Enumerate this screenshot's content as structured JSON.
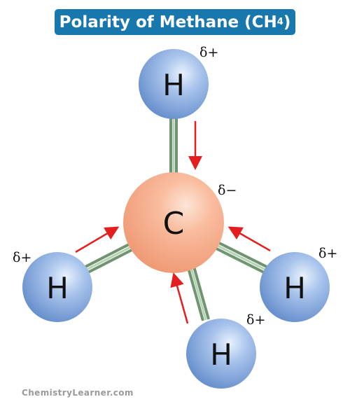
{
  "title": {
    "prefix": "Polarity of Methane (CH",
    "subscript": "4",
    "suffix": ")"
  },
  "atoms": {
    "carbon": "C",
    "hydrogen_top": "H",
    "hydrogen_left": "H",
    "hydrogen_right": "H",
    "hydrogen_bottom": "H"
  },
  "charges": {
    "carbon": "δ−",
    "hydrogen_top": "δ+",
    "hydrogen_left": "δ+",
    "hydrogen_right": "δ+",
    "hydrogen_bottom": "δ+"
  },
  "colors": {
    "title_bg": "#1877ad",
    "hydrogen": "#6d97d6",
    "carbon": "#f5a27c",
    "bond": "#7ea57e",
    "arrow": "#e41e1e"
  },
  "footer": "ChemistryLearner.com"
}
